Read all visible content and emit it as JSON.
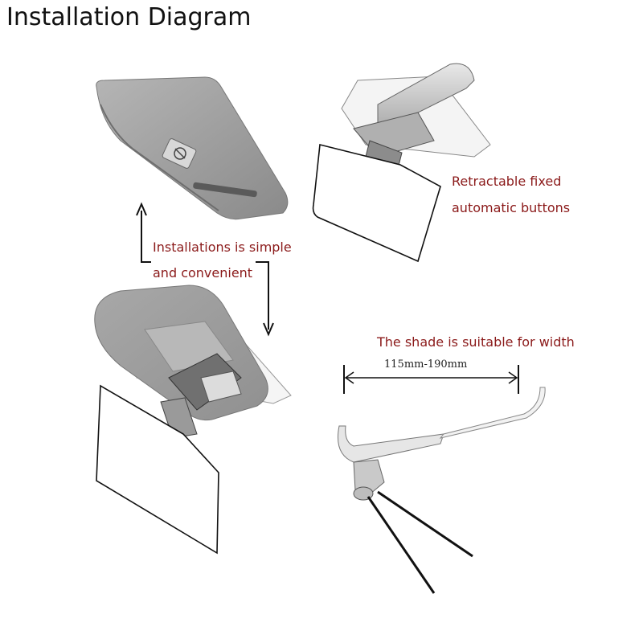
{
  "title": "Installation Diagram",
  "labels": {
    "retractable_line1": "Retractable fixed",
    "retractable_line2": "automatic buttons",
    "install_line1": "Installations is simple",
    "install_line2": "and convenient",
    "shade_width": "The shade is suitable for width",
    "width_range": "115mm-190mm"
  },
  "colors": {
    "label_text": "#8b1a1a",
    "visor_gray": "#9a9a9a",
    "line": "#111111"
  }
}
